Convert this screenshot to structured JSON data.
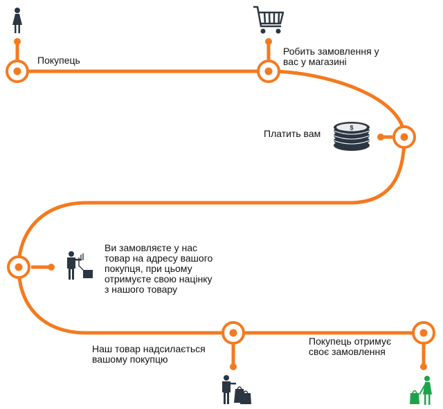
{
  "colors": {
    "path": "#f47a1f",
    "text": "#111111",
    "icon_dark": "#2b3642",
    "icon_green": "#1fa34a"
  },
  "steps": [
    {
      "id": "buyer",
      "icon": "woman-icon",
      "text": "Покупець"
    },
    {
      "id": "order",
      "icon": "shopping-cart-icon",
      "text": "Робить замовлення у\nвас у магазині"
    },
    {
      "id": "pay",
      "icon": "coin-stack-icon",
      "text": "Платить вам"
    },
    {
      "id": "reorder",
      "icon": "man-with-bag-icon",
      "text": "Ви замовляєте у нас\nтовар на адресу вашого\nпокупця, при цьому\nотримуєте свою націнку\nз нашого товару"
    },
    {
      "id": "ship",
      "icon": "man-with-bags-icon",
      "text": "Наш товар надсилається\nвашому покупцю"
    },
    {
      "id": "receive",
      "icon": "woman-with-bags-icon",
      "text": "Покупець отримує\nсвоє замовлення"
    }
  ]
}
